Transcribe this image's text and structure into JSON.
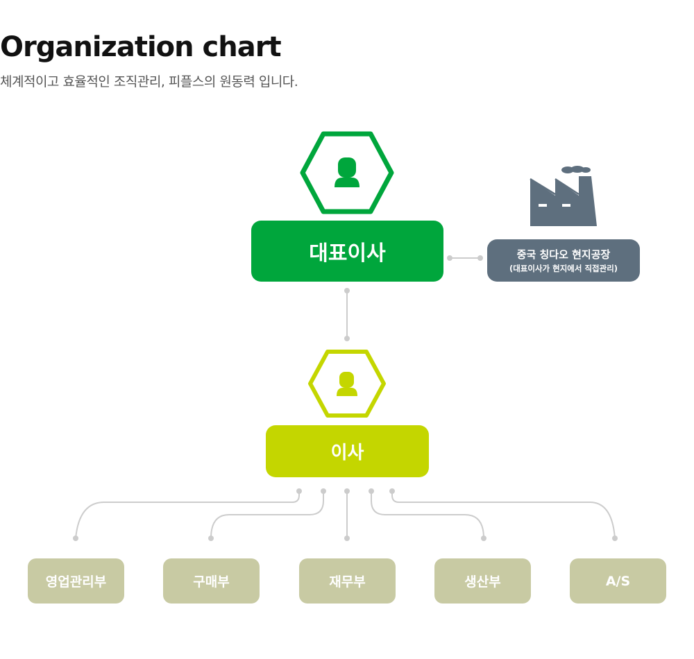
{
  "header": {
    "title": "Organization chart",
    "subtitle": "체계적이고 효율적인 조직관리, 피플스의 원동력 입니다."
  },
  "colors": {
    "ceo": "#00a63c",
    "director": "#c4d600",
    "factory": "#5e6f7e",
    "department": "#c8caa3",
    "connector": "#cccccc"
  },
  "nodes": {
    "ceo": {
      "label": "대표이사",
      "icon": "person-icon"
    },
    "director": {
      "label": "이사",
      "icon": "person-icon"
    },
    "factory": {
      "label": "중국 칭다오 현지공장",
      "note": "(대표이사가 현지에서 직접관리)",
      "icon": "factory-icon"
    }
  },
  "departments": [
    {
      "label": "영업관리부"
    },
    {
      "label": "구매부"
    },
    {
      "label": "재무부"
    },
    {
      "label": "생산부"
    },
    {
      "label": "A/S"
    }
  ]
}
